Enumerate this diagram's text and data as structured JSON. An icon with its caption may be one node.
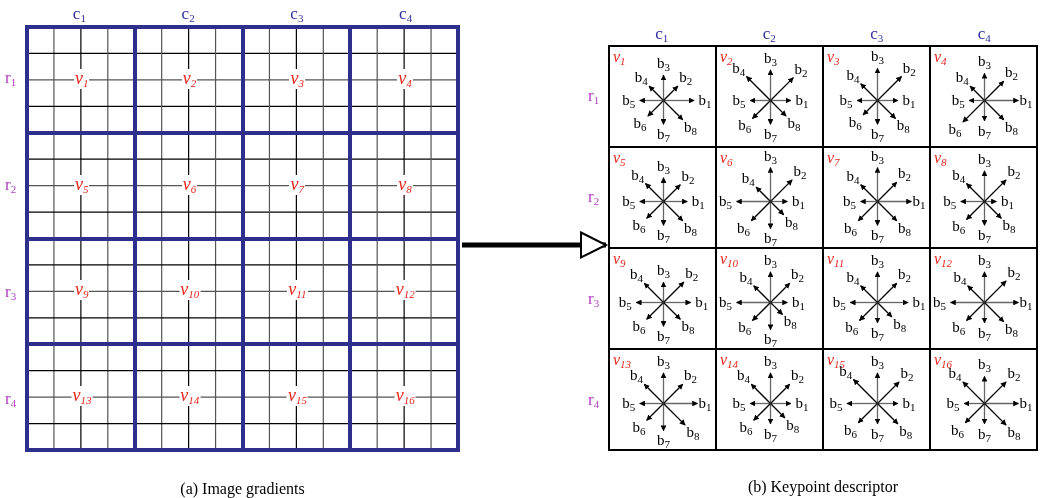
{
  "diagram": {
    "nodes": [
      {
        "text": [],
        "shape": "box",
        "beside": [
          "(a) Image gradients"
        ]
      },
      {
        "text": [
          "v$_{1}$"
        ],
        "in": 0
      },
      {
        "text": [
          "v$_{2}$"
        ],
        "in": 0
      },
      {
        "text": [
          "v$_{3}$"
        ],
        "in": 0
      },
      {
        "text": [
          "v$_{4}$"
        ],
        "in": 0
      },
      {
        "text": [
          "v$_{5}$"
        ],
        "in": 0
      },
      {
        "text": [
          "v$_{6}$"
        ],
        "in": 0
      },
      {
        "text": [
          "v$_{7}$"
        ],
        "in": 0
      },
      {
        "text": [
          "v$_{8}$"
        ],
        "in": 0
      },
      {
        "text": [
          "v$_{9}$"
        ],
        "in": 0
      },
      {
        "text": [
          "v$_{10}$"
        ],
        "in": 0
      },
      {
        "text": [
          "v$_{11}$"
        ],
        "in": 0
      },
      {
        "text": [
          "v$_{12}$"
        ],
        "in": 0
      },
      {
        "text": [
          "v$_{13}$"
        ],
        "in": 0
      },
      {
        "text": [
          "v$_{14}$"
        ],
        "in": 0
      },
      {
        "text": [
          "v$_{15}$"
        ],
        "in": 0
      },
      {
        "text": [
          "v$_{16}$"
        ],
        "in": 0
      },
      {
        "text": [],
        "shape": "box",
        "beside": [
          "(b) Keypoint descriptor"
        ]
      },
      {
        "text": [
          "v$_{1}$",
          "b$_{1}$",
          "b$_{2}$",
          "b$_{3}$",
          "b$_{4}$",
          "b$_{5}$",
          "b$_{6}$",
          "b$_{7}$",
          "b$_{8}$"
        ],
        "in": 17
      },
      {
        "text": [
          "v$_{2}$",
          "b$_{1}$",
          "b$_{2}$",
          "b$_{3}$",
          "b$_{4}$",
          "b$_{5}$",
          "b$_{6}$",
          "b$_{7}$",
          "b$_{8}$"
        ],
        "in": 17
      },
      {
        "text": [
          "v$_{3}$",
          "b$_{1}$",
          "b$_{2}$",
          "b$_{3}$",
          "b$_{4}$",
          "b$_{5}$",
          "b$_{6}$",
          "b$_{7}$",
          "b$_{8}$"
        ],
        "in": 17
      },
      {
        "text": [
          "v$_{4}$",
          "b$_{1}$",
          "b$_{2}$",
          "b$_{3}$",
          "b$_{4}$",
          "b$_{5}$",
          "b$_{6}$",
          "b$_{7}$",
          "b$_{8}$"
        ],
        "in": 17
      },
      {
        "text": [
          "v$_{5}$",
          "b$_{1}$",
          "b$_{2}$",
          "b$_{3}$",
          "b$_{4}$",
          "b$_{5}$",
          "b$_{6}$",
          "b$_{7}$",
          "b$_{8}$"
        ],
        "in": 17
      },
      {
        "text": [
          "v$_{6}$",
          "b$_{1}$",
          "b$_{2}$",
          "b$_{3}$",
          "b$_{4}$",
          "b$_{5}$",
          "b$_{6}$",
          "b$_{7}$",
          "b$_{8}$"
        ],
        "in": 17
      },
      {
        "text": [
          "v$_{7}$",
          "b$_{1}$",
          "b$_{2}$",
          "b$_{3}$",
          "b$_{4}$",
          "b$_{5}$",
          "b$_{6}$",
          "b$_{7}$",
          "b$_{8}$"
        ],
        "in": 17
      },
      {
        "text": [
          "v$_{8}$",
          "b$_{1}$",
          "b$_{2}$",
          "b$_{3}$",
          "b$_{4}$",
          "b$_{5}$",
          "b$_{6}$",
          "b$_{7}$",
          "b$_{8}$"
        ],
        "in": 17
      },
      {
        "text": [
          "v$_{9}$",
          "b$_{1}$",
          "b$_{2}$",
          "b$_{3}$",
          "b$_{4}$",
          "b$_{5}$",
          "b$_{6}$",
          "b$_{7}$",
          "b$_{8}$"
        ],
        "in": 17
      },
      {
        "text": [
          "v$_{10}$",
          "b$_{1}$",
          "b$_{2}$",
          "b$_{3}$",
          "b$_{4}$",
          "b$_{5}$",
          "b$_{6}$",
          "b$_{7}$",
          "b$_{8}$"
        ],
        "in": 17
      },
      {
        "text": [
          "v$_{11}$",
          "b$_{1}$",
          "b$_{2}$",
          "b$_{3}$",
          "b$_{4}$",
          "b$_{5}$",
          "b$_{6}$",
          "b$_{7}$",
          "b$_{8}$"
        ],
        "in": 17
      },
      {
        "text": [
          "v$_{12}$",
          "b$_{1}$",
          "b$_{2}$",
          "b$_{3}$",
          "b$_{4}$",
          "b$_{5}$",
          "b$_{6}$",
          "b$_{7}$",
          "b$_{8}$"
        ],
        "in": 17
      },
      {
        "text": [
          "v$_{13}$",
          "b$_{1}$",
          "b$_{2}$",
          "b$_{3}$",
          "b$_{4}$",
          "b$_{5}$",
          "b$_{6}$",
          "b$_{7}$",
          "b$_{8}$"
        ],
        "in": 17
      },
      {
        "text": [
          "v$_{14}$",
          "b$_{1}$",
          "b$_{2}$",
          "b$_{3}$",
          "b$_{4}$",
          "b$_{5}$",
          "b$_{6}$",
          "b$_{7}$",
          "b$_{8}$"
        ],
        "in": 17
      },
      {
        "text": [
          "v$_{15}$",
          "b$_{1}$",
          "b$_{2}$",
          "b$_{3}$",
          "b$_{4}$",
          "b$_{5}$",
          "b$_{6}$",
          "b$_{7}$",
          "b$_{8}$"
        ],
        "in": 17
      },
      {
        "text": [
          "v$_{16}$",
          "b$_{1}$",
          "b$_{2}$",
          "b$_{3}$",
          "b$_{4}$",
          "b$_{5}$",
          "b$_{6}$",
          "b$_{7}$",
          "b$_{8}$"
        ],
        "in": 17
      }
    ],
    "edges": [
      {
        "from": 0,
        "to": 17,
        "arrow": "to"
      }
    ],
    "labels": [
      "c$_{1}$",
      "c$_{2}$",
      "c$_{3}$",
      "c$_{4}$",
      "r$_{1}$",
      "r$_{2}$",
      "r$_{3}$",
      "r$_{4}$",
      "c$_{1}$",
      "c$_{2}$",
      "c$_{3}$",
      "c$_{4}$",
      "r$_{1}$",
      "r$_{2}$",
      "r$_{3}$",
      "r$_{4}$"
    ]
  }
}
